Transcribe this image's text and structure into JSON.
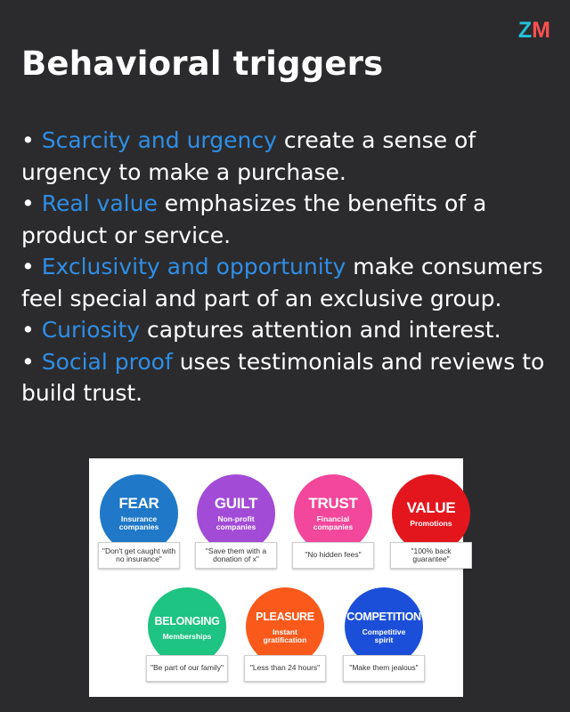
{
  "logo": {
    "z": "Z",
    "m": "M"
  },
  "title": "Behavioral triggers",
  "bullets": [
    {
      "marker": "• ",
      "highlight": "Scarcity and urgency",
      "rest": " create a sense of urgency to make a purchase."
    },
    {
      "marker": "• ",
      "highlight": "Real value",
      "rest": " emphasizes the benefits of a product or service."
    },
    {
      "marker": "• ",
      "highlight": "Exclusivity and opportunity",
      "rest": " make consumers feel special and part of an exclusive group."
    },
    {
      "marker": "• ",
      "highlight": "Curiosity",
      "rest": " captures attention and interest."
    },
    {
      "marker": "• ",
      "highlight": "Social proof",
      "rest": " uses testimonials and reviews to build trust."
    }
  ],
  "triggers": [
    {
      "name": "FEAR",
      "sub": "Insurance companies",
      "quote": "\"Don't get caught with no insurance\"",
      "color": "#1f78c8"
    },
    {
      "name": "GUILT",
      "sub": "Non-profit companies",
      "quote": "\"Save them with a donation of x\"",
      "color": "#a24bd6"
    },
    {
      "name": "TRUST",
      "sub": "Financial companies",
      "quote": "\"No hidden fees\"",
      "color": "#f2479a"
    },
    {
      "name": "VALUE",
      "sub": "Promotions",
      "quote": "\"100% back guarantee\"",
      "color": "#e3161d"
    },
    {
      "name": "BELONGING",
      "sub": "Memberships",
      "quote": "\"Be part of our family\"",
      "color": "#1ec481"
    },
    {
      "name": "PLEASURE",
      "sub": "Instant gratification",
      "quote": "\"Less than 24 hours\"",
      "color": "#f95a1c"
    },
    {
      "name": "COMPETITION",
      "sub": "Competitive spirit",
      "quote": "\"Make them jealous\"",
      "color": "#1b4fd9"
    }
  ],
  "colors": {
    "background": "#2b2b2d",
    "highlight": "#2f8ee6",
    "logo_z": "#23c3d9",
    "logo_m": "#ff4f4f"
  }
}
